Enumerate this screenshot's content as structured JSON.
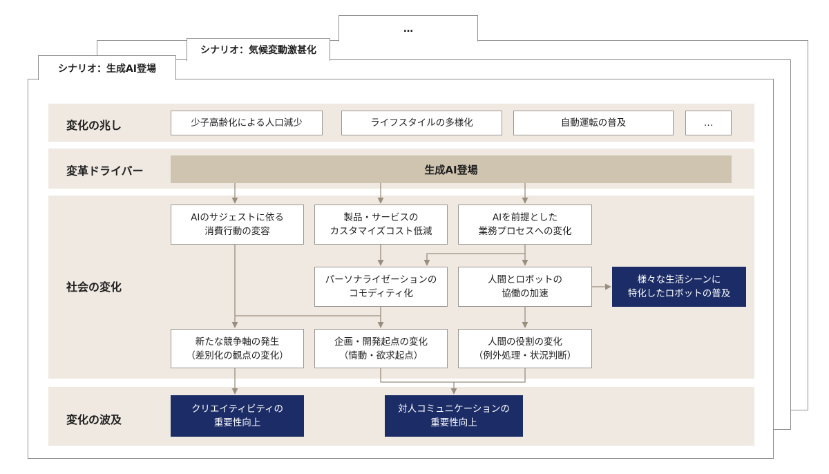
{
  "tabs": {
    "back": "…",
    "middle": "シナリオ：気候変動激甚化",
    "front": "シナリオ：生成AI登場"
  },
  "rows": {
    "signs": {
      "label": "変化の兆し",
      "items": [
        "少子高齢化による人口減少",
        "ライフスタイルの多様化",
        "自動運転の普及",
        "…"
      ]
    },
    "driver": {
      "label": "変革ドライバー",
      "value": "生成AI登場"
    },
    "society": {
      "label": "社会の変化",
      "boxes": {
        "r1c1": "AIのサジェストに依る\n消費行動の変容",
        "r1c2": "製品・サービスの\nカスタマイズコスト低減",
        "r1c3": "AIを前提とした\n業務プロセスへの変化",
        "r2c2": "パーソナライゼーションの\nコモディティ化",
        "r2c3": "人間とロボットの\n協働の加速",
        "r2c4": "様々な生活シーンに\n特化したロボットの普及",
        "r3c1": "新たな競争軸の発生\n（差別化の観点の変化）",
        "r3c2": "企画・開発起点の変化\n（情動・欲求起点）",
        "r3c3": "人間の役割の変化\n（例外処理・状況判断）"
      }
    },
    "ripple": {
      "label": "変化の波及",
      "items": [
        "クリエイティビティの\n重要性向上",
        "対人コミュニケーションの\n重要性向上"
      ]
    }
  },
  "colors": {
    "band": "#efe9e2",
    "driver_bar": "#cfc4b0",
    "navy": "#1b2c67",
    "arrow": "#9a8d7e"
  }
}
